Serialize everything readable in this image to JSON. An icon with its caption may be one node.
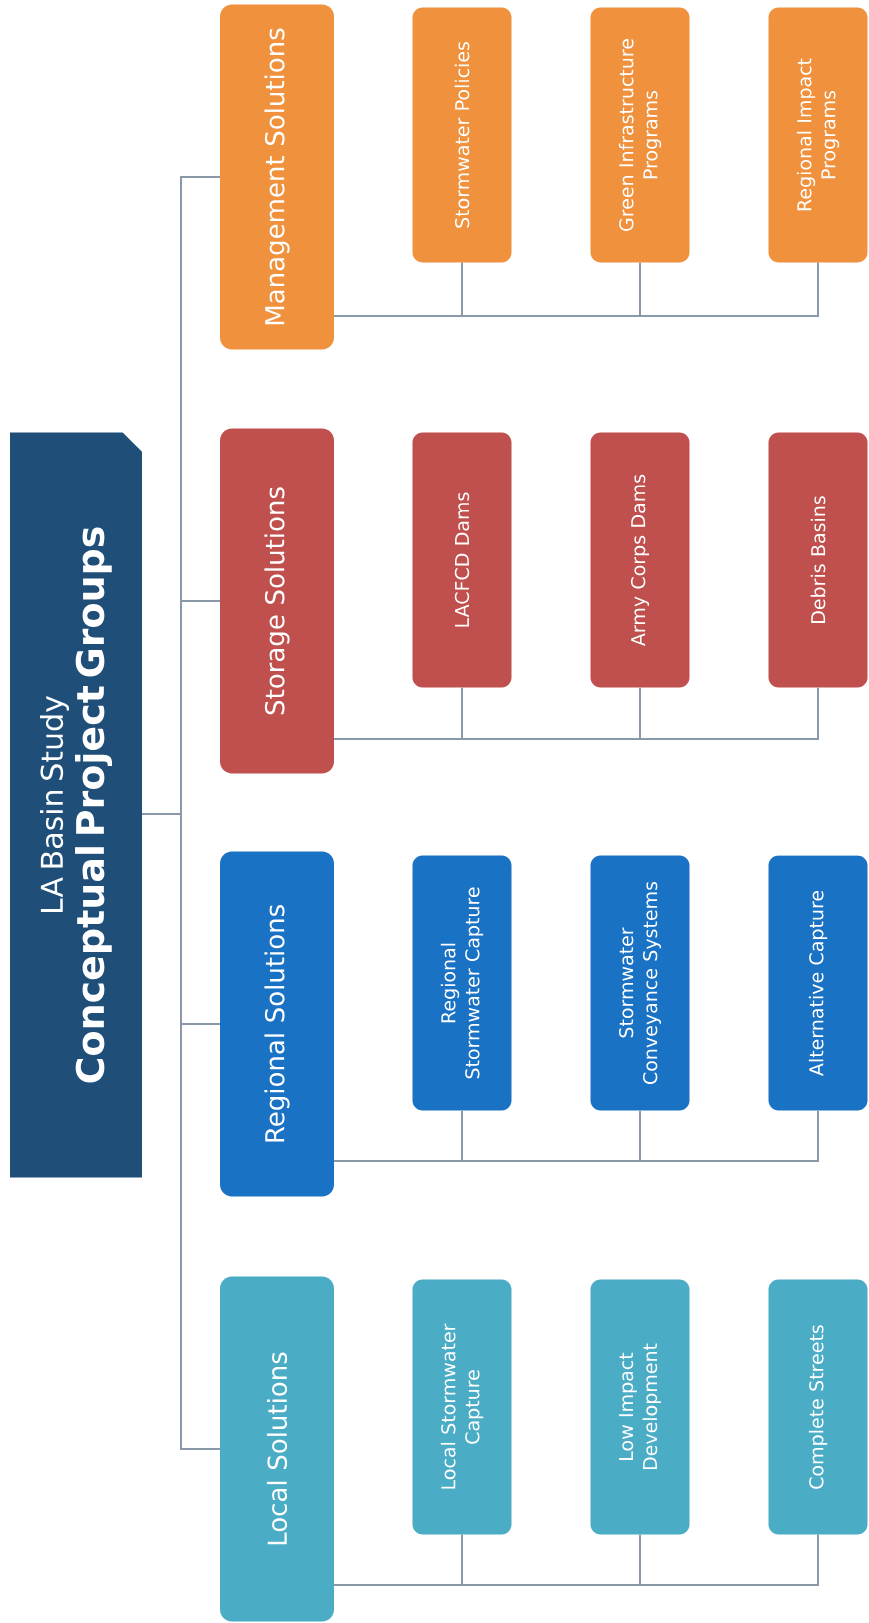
{
  "diagram": {
    "nodes": [
      {
        "text": [
          "LA Basin Study",
          "Conceptual Project Groups"
        ]
      },
      {
        "text": [
          "Local Solutions"
        ]
      },
      {
        "text": [
          "Local Stormwater Capture"
        ]
      },
      {
        "text": [
          "Low Impact Development"
        ]
      },
      {
        "text": [
          "Complete Streets"
        ]
      },
      {
        "text": [
          "Regional Solutions"
        ]
      },
      {
        "text": [
          "Regional Stormwater Capture"
        ]
      },
      {
        "text": [
          "Stormwater Conveyance Systems"
        ]
      },
      {
        "text": [
          "Alternative Capture"
        ]
      },
      {
        "text": [
          "Storage Solutions"
        ]
      },
      {
        "text": [
          "LACFCD Dams"
        ]
      },
      {
        "text": [
          "Army Corps Dams"
        ]
      },
      {
        "text": [
          "Debris Basins"
        ]
      },
      {
        "text": [
          "Management Solutions"
        ]
      },
      {
        "text": [
          "Stormwater Policies"
        ]
      },
      {
        "text": [
          "Green Infrastructure Programs"
        ]
      },
      {
        "text": [
          "Regional Impact Programs"
        ]
      }
    ],
    "edges": [
      {
        "from": 0,
        "to": 1,
        "arrow": "none"
      },
      {
        "from": 0,
        "to": 5,
        "arrow": "none"
      },
      {
        "from": 0,
        "to": 9,
        "arrow": "none"
      },
      {
        "from": 0,
        "to": 13,
        "arrow": "none"
      },
      {
        "from": 1,
        "to": 2,
        "arrow": "none"
      },
      {
        "from": 1,
        "to": 3,
        "arrow": "none"
      },
      {
        "from": 1,
        "to": 4,
        "arrow": "none"
      },
      {
        "from": 5,
        "to": 6,
        "arrow": "none"
      },
      {
        "from": 5,
        "to": 7,
        "arrow": "none"
      },
      {
        "from": 5,
        "to": 8,
        "arrow": "none"
      },
      {
        "from": 9,
        "to": 10,
        "arrow": "none"
      },
      {
        "from": 9,
        "to": 11,
        "arrow": "none"
      },
      {
        "from": 9,
        "to": 12,
        "arrow": "none"
      },
      {
        "from": 13,
        "to": 14,
        "arrow": "none"
      },
      {
        "from": 13,
        "to": 15,
        "arrow": "none"
      },
      {
        "from": 13,
        "to": 16,
        "arrow": "none"
      }
    ]
  }
}
